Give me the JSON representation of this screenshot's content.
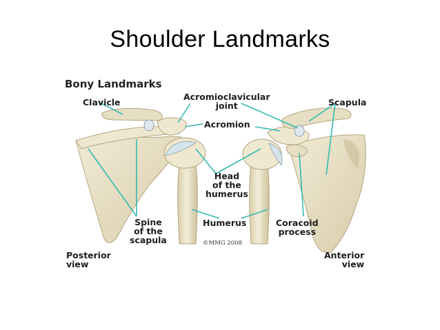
{
  "slide": {
    "title": "Shoulder Landmarks"
  },
  "figure": {
    "heading": "Bony Landmarks",
    "copyright": "©MMG 2008",
    "colors": {
      "bone": "#e9e1c8",
      "bone_shadow": "#c9bd9a",
      "cartilage": "#cfe0ea",
      "leader": "#33b9b0"
    },
    "labels": {
      "clavicle": "Clavicle",
      "ac_joint_1": "Acromioclavicular",
      "ac_joint_2": "joint",
      "acromion": "Acromion",
      "scapula": "Scapula",
      "head_1": "Head",
      "head_2": "of the",
      "head_3": "humerus",
      "humerus": "Humerus",
      "spine_1": "Spine",
      "spine_2": "of the",
      "spine_3": "scapula",
      "coracoid_1": "Coracoid",
      "coracoid_2": "process",
      "posterior_1": "Posterior",
      "posterior_2": "view",
      "anterior_1": "Anterior",
      "anterior_2": "view"
    }
  }
}
